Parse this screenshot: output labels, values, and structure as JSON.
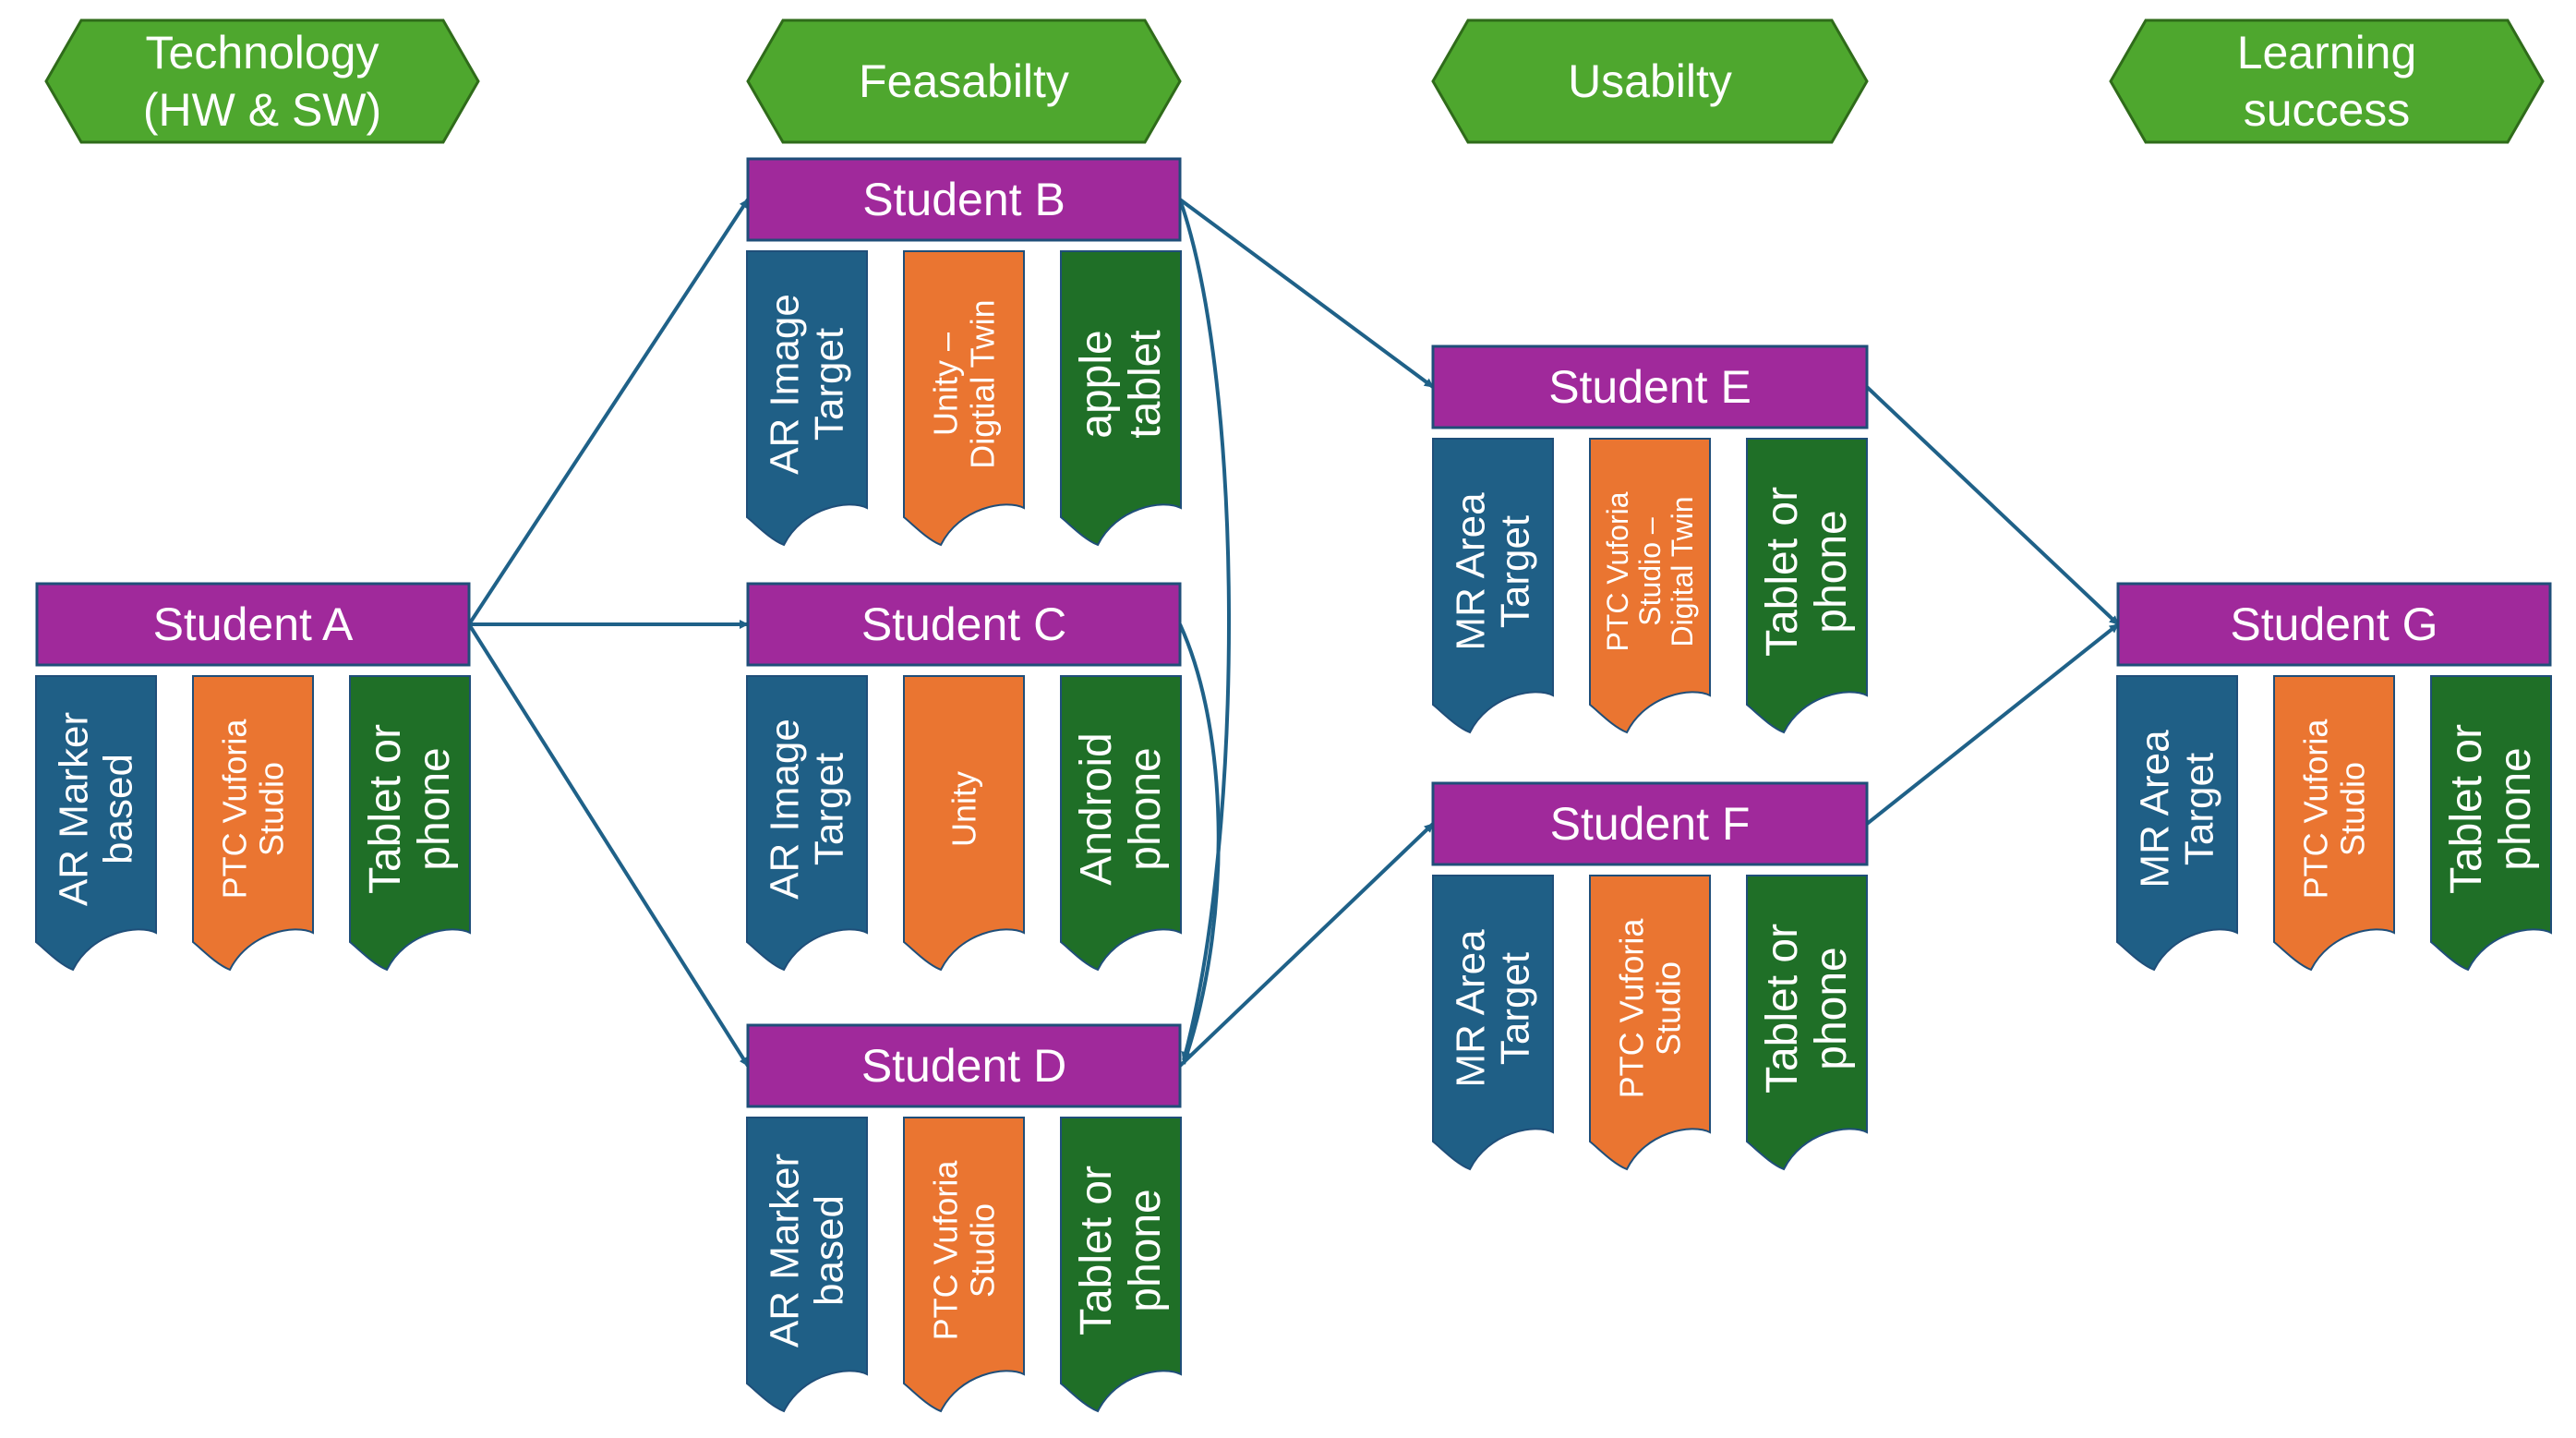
{
  "colors": {
    "header_fill": "#4ea72e",
    "header_stroke": "#2f6b1a",
    "student_fill": "#a0299b",
    "student_stroke": "#1f4e79",
    "blue": "#1f5f86",
    "orange": "#ea7531",
    "green": "#1f6f27",
    "arrow": "#1f6188"
  },
  "headers": [
    {
      "id": "technology",
      "lines": [
        "Technology",
        "(HW & SW)"
      ]
    },
    {
      "id": "feasibility",
      "lines": [
        "Feasabilty"
      ]
    },
    {
      "id": "usability",
      "lines": [
        "Usabilty"
      ]
    },
    {
      "id": "learning",
      "lines": [
        "Learning",
        "success"
      ]
    }
  ],
  "students": [
    {
      "id": "a",
      "label": "Student A",
      "tags": [
        {
          "color": "blue",
          "lines": [
            "AR Marker",
            "based"
          ]
        },
        {
          "color": "orange",
          "lines": [
            "PTC Vuforia",
            "Studio"
          ]
        },
        {
          "color": "green",
          "lines": [
            "Tablet or",
            "phone"
          ]
        }
      ]
    },
    {
      "id": "b",
      "label": "Student B",
      "tags": [
        {
          "color": "blue",
          "lines": [
            "AR Image",
            "Target"
          ]
        },
        {
          "color": "orange",
          "lines": [
            "Unity –",
            "Digtial Twin"
          ]
        },
        {
          "color": "green",
          "lines": [
            "apple",
            "tablet"
          ]
        }
      ]
    },
    {
      "id": "c",
      "label": "Student C",
      "tags": [
        {
          "color": "blue",
          "lines": [
            "AR Image",
            "Target"
          ]
        },
        {
          "color": "orange",
          "lines": [
            "Unity"
          ]
        },
        {
          "color": "green",
          "lines": [
            "Android",
            "phone"
          ]
        }
      ]
    },
    {
      "id": "d",
      "label": "Student D",
      "tags": [
        {
          "color": "blue",
          "lines": [
            "AR Marker",
            "based"
          ]
        },
        {
          "color": "orange",
          "lines": [
            "PTC Vuforia",
            "Studio"
          ]
        },
        {
          "color": "green",
          "lines": [
            "Tablet or",
            "phone"
          ]
        }
      ]
    },
    {
      "id": "e",
      "label": "Student E",
      "tags": [
        {
          "color": "blue",
          "lines": [
            "MR Area",
            "Target"
          ]
        },
        {
          "color": "orange",
          "lines": [
            "PTC Vuforia",
            "Studio –",
            "Digital Twin"
          ]
        },
        {
          "color": "green",
          "lines": [
            "Tablet or",
            "phone"
          ]
        }
      ]
    },
    {
      "id": "f",
      "label": "Student F",
      "tags": [
        {
          "color": "blue",
          "lines": [
            "MR Area",
            "Target"
          ]
        },
        {
          "color": "orange",
          "lines": [
            "PTC Vuforia",
            "Studio"
          ]
        },
        {
          "color": "green",
          "lines": [
            "Tablet or",
            "phone"
          ]
        }
      ]
    },
    {
      "id": "g",
      "label": "Student G",
      "tags": [
        {
          "color": "blue",
          "lines": [
            "MR Area",
            "Target"
          ]
        },
        {
          "color": "orange",
          "lines": [
            "PTC Vuforia",
            "Studio"
          ]
        },
        {
          "color": "green",
          "lines": [
            "Tablet or",
            "phone"
          ]
        }
      ]
    }
  ],
  "connections": [
    {
      "from": "a",
      "to": "b"
    },
    {
      "from": "a",
      "to": "c"
    },
    {
      "from": "a",
      "to": "d"
    },
    {
      "from": "b",
      "to": "e"
    },
    {
      "from": "b",
      "to": "d"
    },
    {
      "from": "c",
      "to": "d"
    },
    {
      "from": "d",
      "to": "f"
    },
    {
      "from": "e",
      "to": "g"
    },
    {
      "from": "f",
      "to": "g"
    }
  ]
}
